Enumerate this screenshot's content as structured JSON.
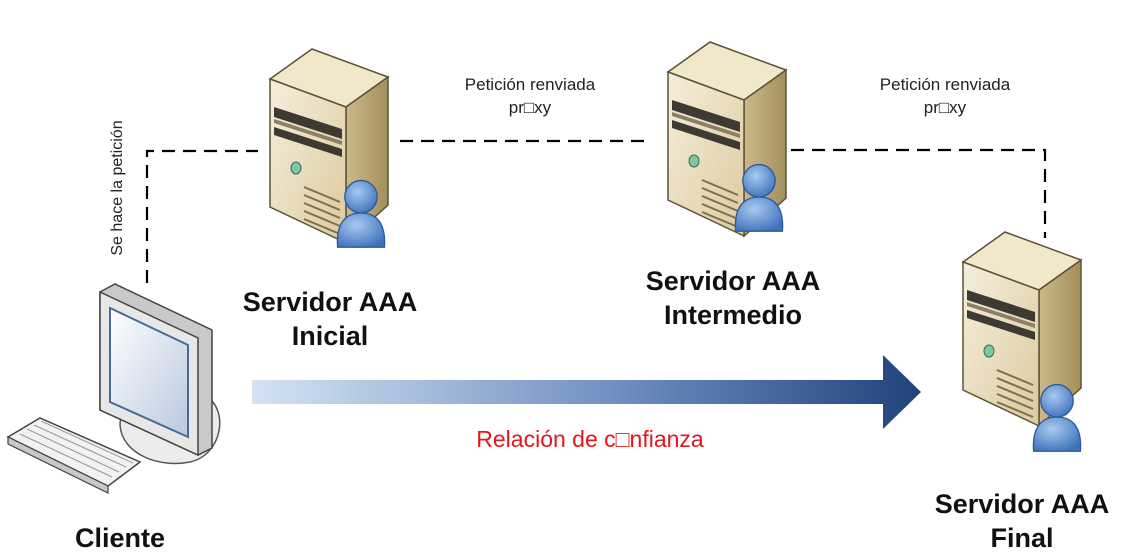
{
  "nodes": {
    "client": {
      "label": "Cliente",
      "icon": "desktop-computer-icon"
    },
    "initial_server": {
      "label": "Servidor AAA\nInicial",
      "icon": "server-tower-icon"
    },
    "intermediate_server": {
      "label": "Servidor AAA\nIntermedio",
      "icon": "server-tower-icon"
    },
    "final_server": {
      "label": "Servidor AAA\nFinal",
      "icon": "server-tower-icon"
    }
  },
  "edges": {
    "client_request": "Se hace la petición",
    "proxy_forward_1": "Petición renviada\npr□xy",
    "proxy_forward_2": "Petición renviada\npr□xy"
  },
  "trust_relation": {
    "label": "Relación de c□nfianza",
    "color": "#e8141b"
  },
  "colors": {
    "server_body": "#e8dcbc",
    "server_side": "#b8a677",
    "user_badge": "#5b8fd1",
    "arrow_start": "#cfe0f2",
    "arrow_end": "#1f4279",
    "connector": "#000000"
  }
}
